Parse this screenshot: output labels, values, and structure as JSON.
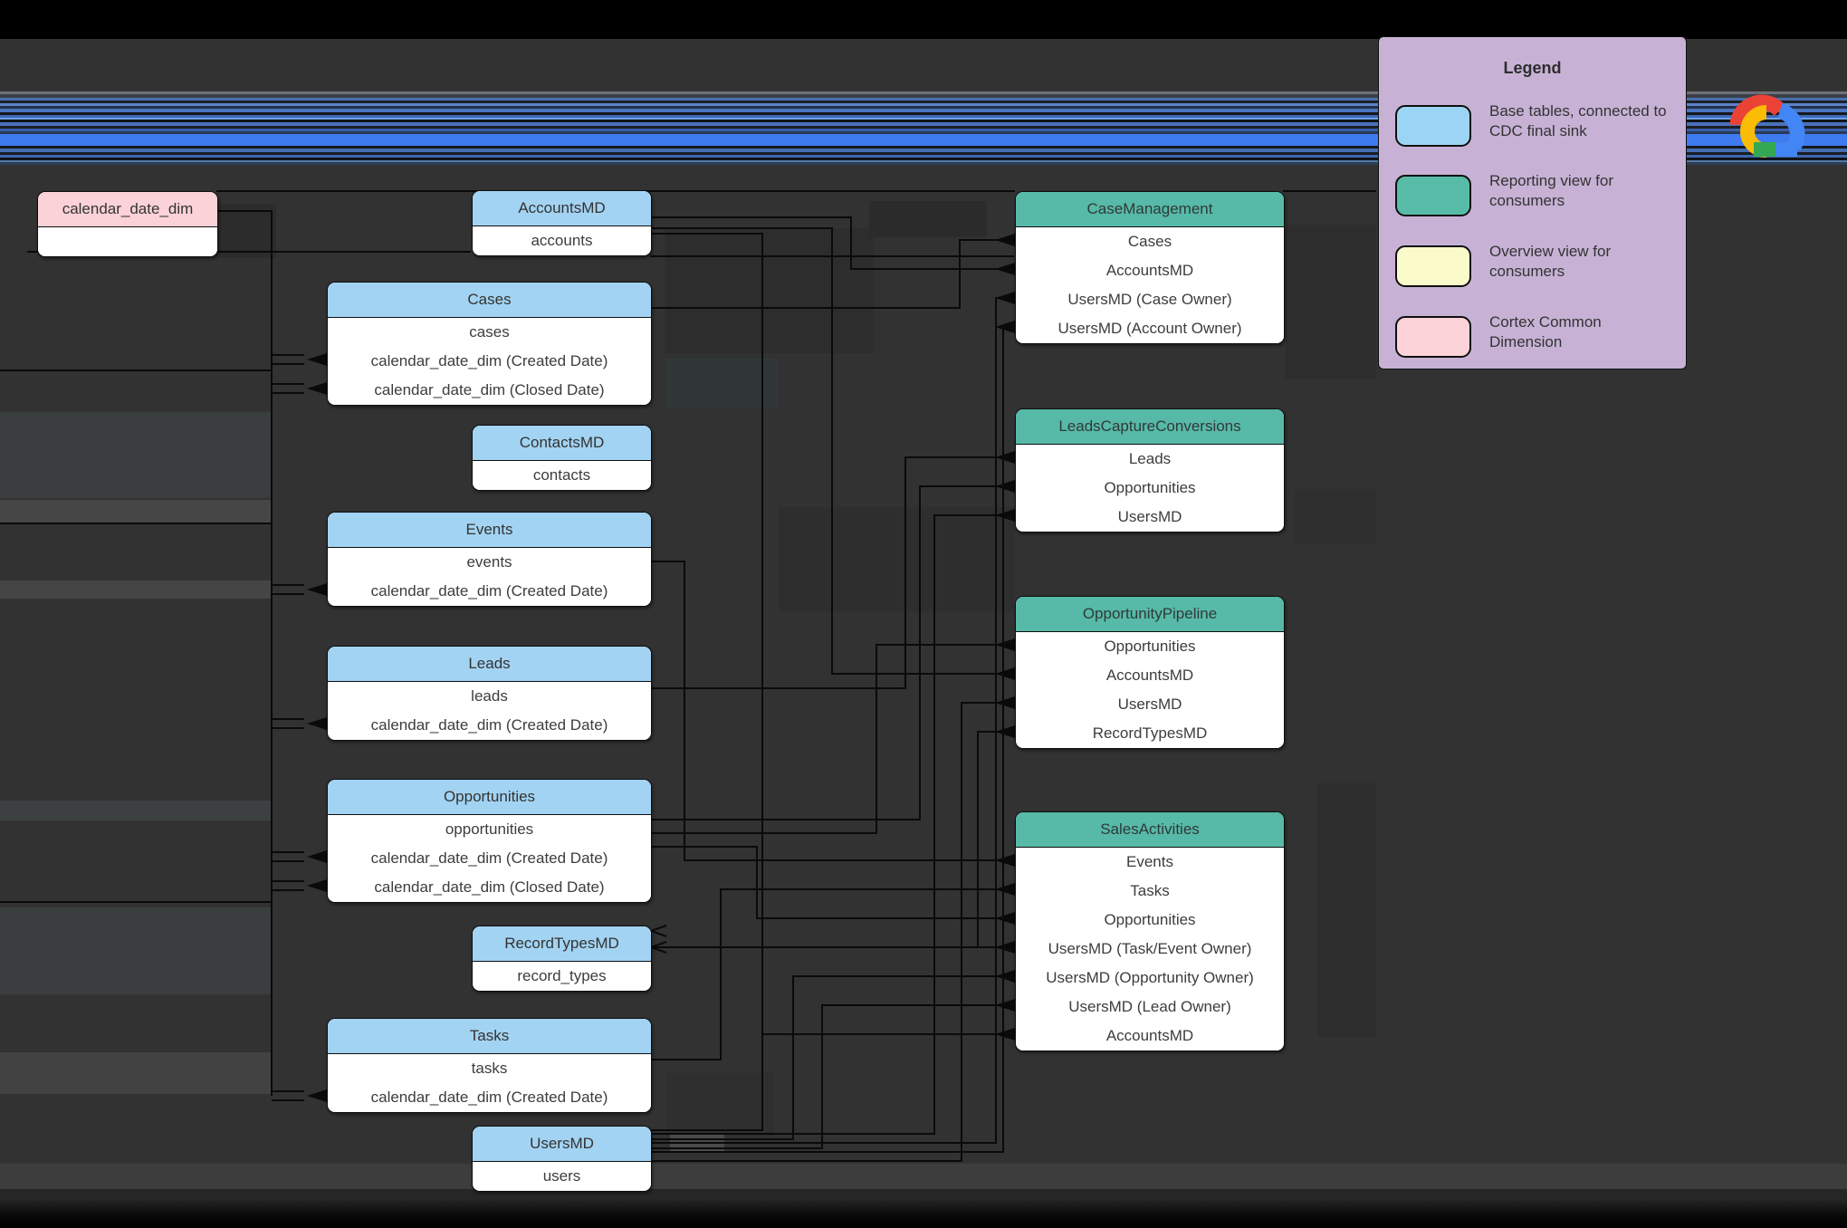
{
  "legend": {
    "title": "Legend",
    "items": [
      {
        "swatch": "blue",
        "color": "#9CD5F4",
        "label": "Base tables, connected to CDC final sink"
      },
      {
        "swatch": "teal",
        "color": "#58BBA8",
        "label": "Reporting view for consumers"
      },
      {
        "swatch": "yellow",
        "color": "#FBFACB",
        "label": "Overview view for consumers"
      },
      {
        "swatch": "pink",
        "color": "#FBD3D8",
        "label": "Cortex Common Dimension"
      }
    ]
  },
  "logo": "google-cloud-logo",
  "colors": {
    "background": "#323232",
    "base_table_header": "#A3D3F2",
    "reporting_view_header": "#57B9A7",
    "common_dimension_header": "#FBD2D7",
    "legend_background": "#C7B2D5",
    "connector": "#0a0a0a"
  },
  "tables": [
    {
      "kind": "pink",
      "title": "calendar_date_dim",
      "rows": []
    },
    {
      "kind": "blue",
      "title": "AccountsMD",
      "rows": [
        "accounts"
      ]
    },
    {
      "kind": "blue",
      "title": "Cases",
      "rows": [
        "cases",
        "calendar_date_dim (Created Date)",
        "calendar_date_dim (Closed Date)"
      ]
    },
    {
      "kind": "blue",
      "title": "ContactsMD",
      "rows": [
        "contacts"
      ]
    },
    {
      "kind": "blue",
      "title": "Events",
      "rows": [
        "events",
        "calendar_date_dim (Created Date)"
      ]
    },
    {
      "kind": "blue",
      "title": "Leads",
      "rows": [
        "leads",
        "calendar_date_dim (Created Date)"
      ]
    },
    {
      "kind": "blue",
      "title": "Opportunities",
      "rows": [
        "opportunities",
        "calendar_date_dim (Created Date)",
        "calendar_date_dim (Closed Date)"
      ]
    },
    {
      "kind": "blue",
      "title": "RecordTypesMD",
      "rows": [
        "record_types"
      ]
    },
    {
      "kind": "blue",
      "title": "Tasks",
      "rows": [
        "tasks",
        "calendar_date_dim (Created Date)"
      ]
    },
    {
      "kind": "blue",
      "title": "UsersMD",
      "rows": [
        "users"
      ]
    },
    {
      "kind": "teal",
      "title": "CaseManagement",
      "rows": [
        "Cases",
        "AccountsMD",
        "UsersMD (Case Owner)",
        "UsersMD (Account Owner)"
      ]
    },
    {
      "kind": "teal",
      "title": "LeadsCaptureConversions",
      "rows": [
        "Leads",
        "Opportunities",
        "UsersMD"
      ]
    },
    {
      "kind": "teal",
      "title": "OpportunityPipeline",
      "rows": [
        "Opportunities",
        "AccountsMD",
        "UsersMD",
        "RecordTypesMD"
      ]
    },
    {
      "kind": "teal",
      "title": "SalesActivities",
      "rows": [
        "Events",
        "Tasks",
        "Opportunities",
        "UsersMD (Task/Event Owner)",
        "UsersMD (Opportunity Owner)",
        "UsersMD (Lead Owner)",
        "AccountsMD"
      ]
    }
  ]
}
